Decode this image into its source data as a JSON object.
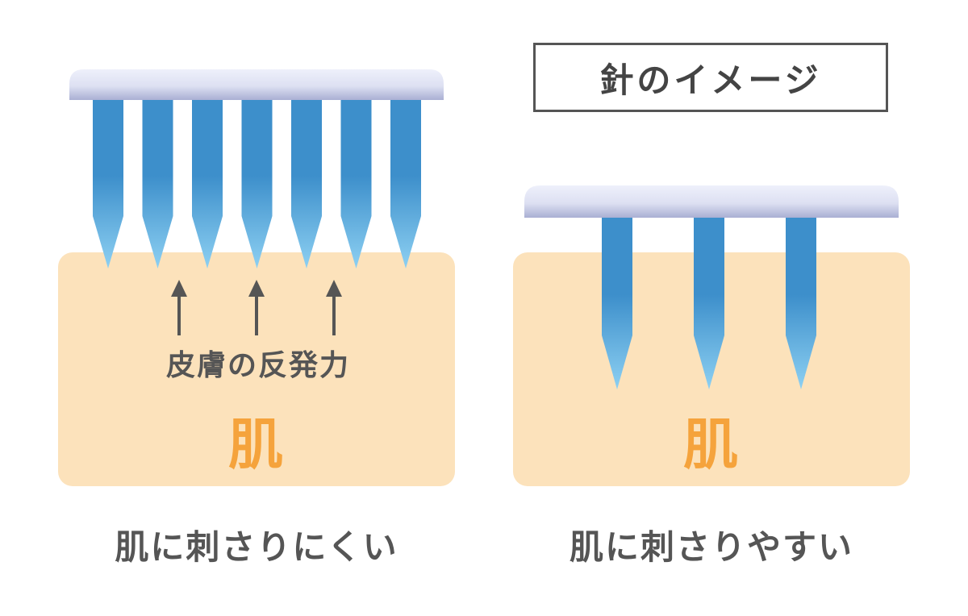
{
  "title": "針のイメージ",
  "left_panel": {
    "force_label": "皮膚の反発力",
    "skin_label": "肌",
    "caption": "肌に刺さりにくい",
    "needle_count": 7
  },
  "right_panel": {
    "skin_label": "肌",
    "caption": "肌に刺さりやすい",
    "needle_count": 3
  },
  "colors": {
    "skin": "#fce2bb",
    "skin_text": "#f5a33c",
    "needle_top": "#3d8fcb",
    "needle_tip": "#8dd0f2",
    "holder": "#c9cde6",
    "arrow": "#555555"
  }
}
